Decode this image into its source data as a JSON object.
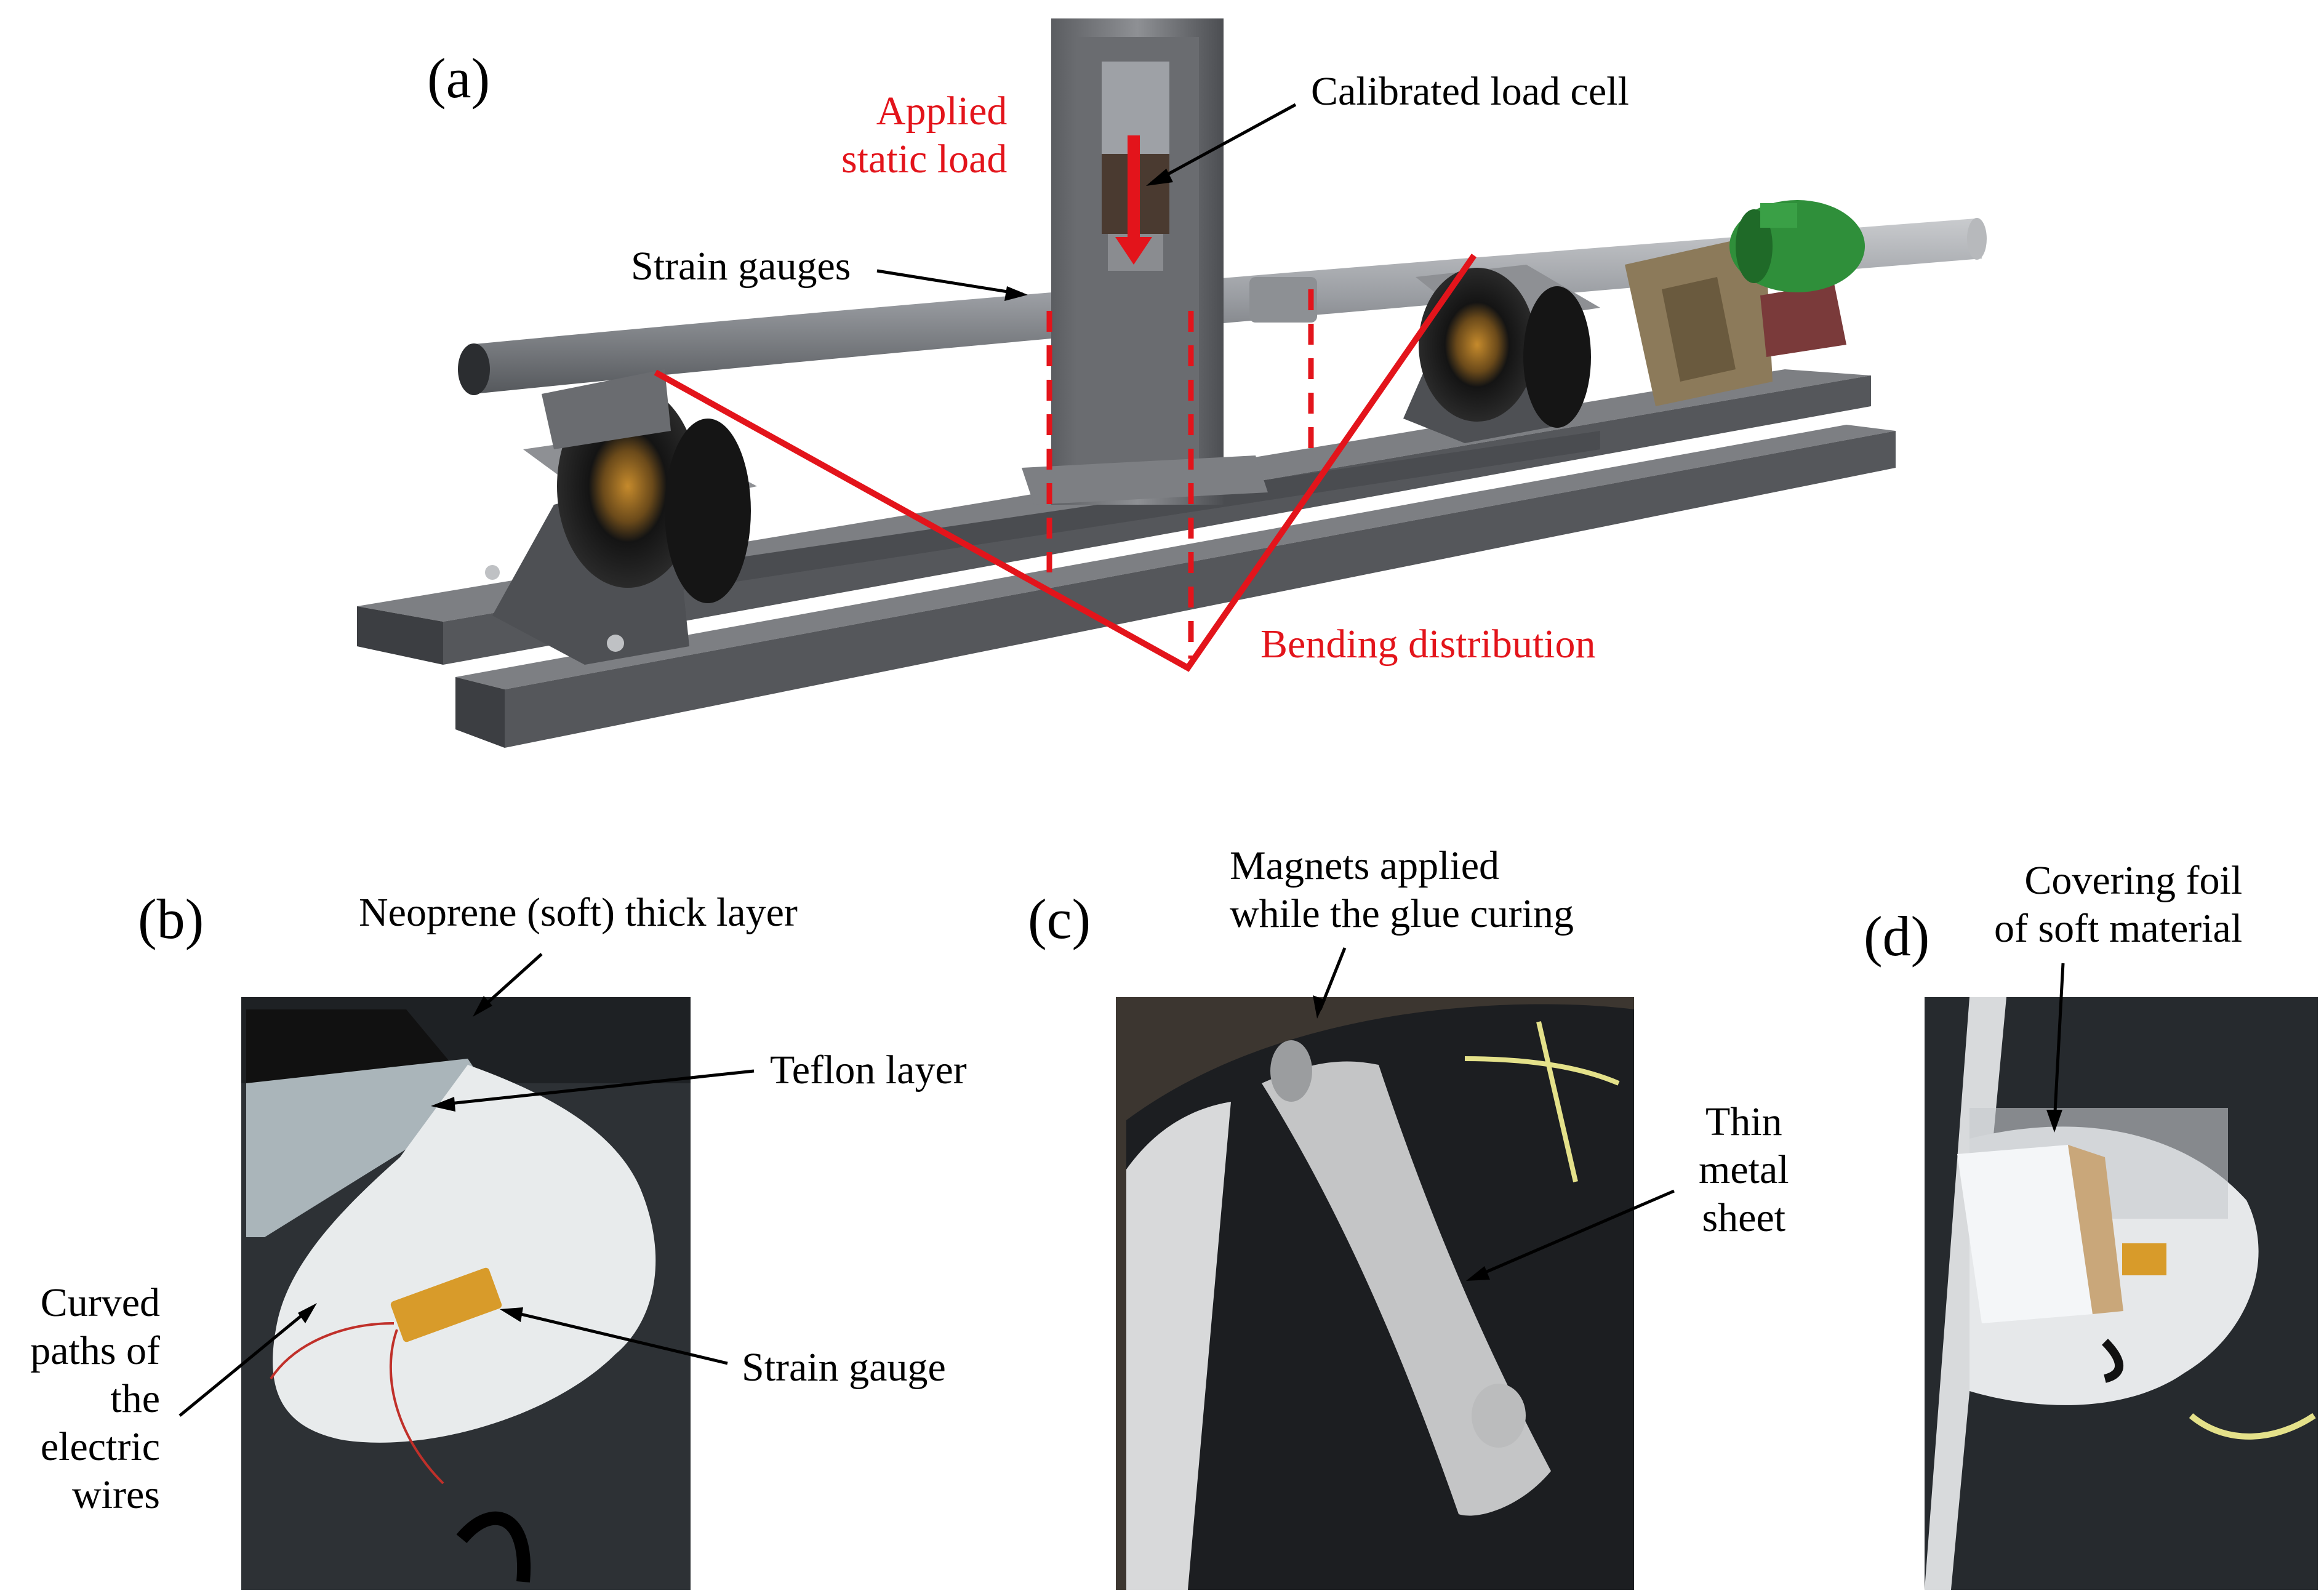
{
  "panels": {
    "a": {
      "tag": "(a)",
      "labels": {
        "applied_load": "Applied\nstatic load",
        "load_cell": "Calibrated load cell",
        "strain_gauges": "Strain gauges",
        "bending": "Bending distribution"
      }
    },
    "b": {
      "tag": "(b)",
      "labels": {
        "neoprene": "Neoprene (soft) thick layer",
        "teflon": "Teflon layer",
        "curved_paths": "Curved\npaths of\nthe\nelectric\nwires",
        "strain_gauge": "Strain gauge"
      }
    },
    "c": {
      "tag": "(c)",
      "labels": {
        "magnets": "Magnets applied\nwhile the glue curing",
        "metal_sheet": "Thin\nmetal\nsheet"
      }
    },
    "d": {
      "tag": "(d)",
      "labels": {
        "covering_foil": "Covering foil\nof soft material"
      }
    }
  },
  "colors": {
    "annotation_red": "#e3141b",
    "steel_grey": "#6d6f73",
    "pipe_grey": "#9a9da2",
    "pipe_black": "#1b1d20",
    "gauge_orange": "#d89b2a",
    "motor_green": "#2f8f3a",
    "gearbox_tan": "#8c7a5a"
  }
}
